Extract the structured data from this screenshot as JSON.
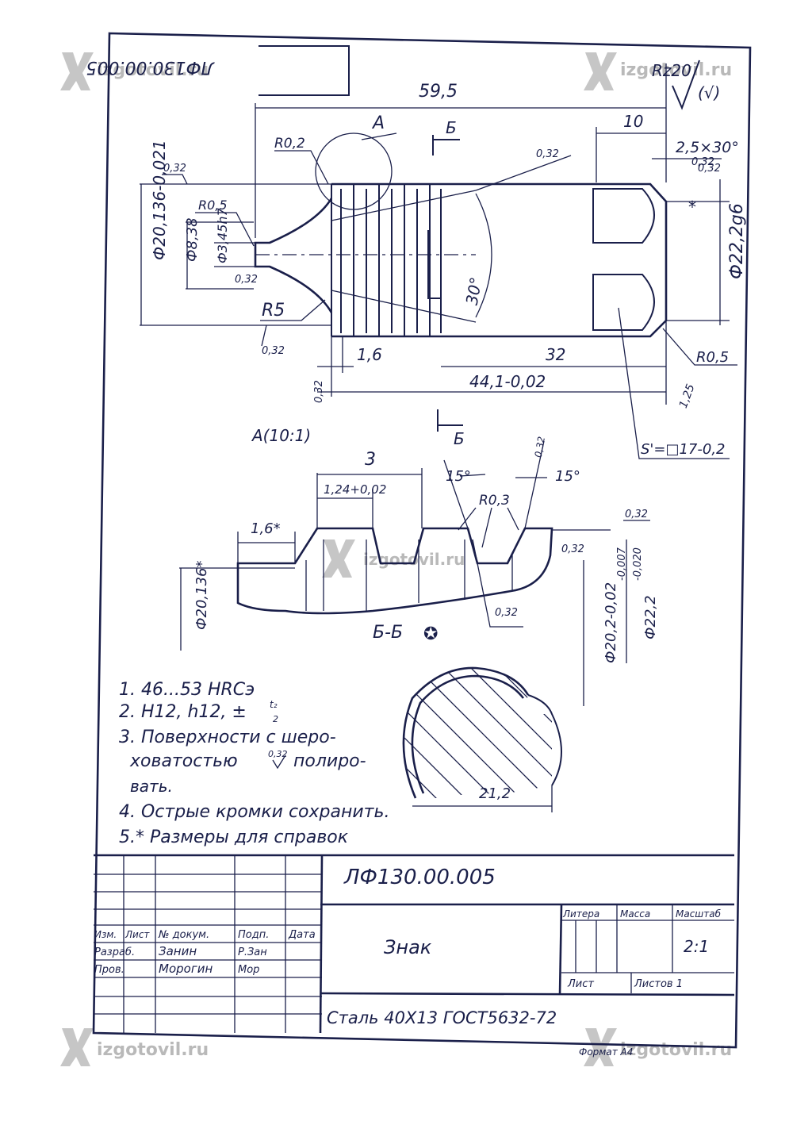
{
  "drawing": {
    "rotated_code": "ЛФ130.00.005",
    "roughness_general": "Rz20",
    "roughness_general_bracket": "(√)",
    "dims": {
      "overall_length": "59,5",
      "len_10": "10",
      "chamfer": "2,5×30°",
      "dia_left": "Ф20,136-0,021",
      "dia_838": "Ф8,38",
      "dia_345": "Ф3,45h7",
      "dia_right": "Ф22,2g6",
      "star_right": "*",
      "r02": "R0,2",
      "r05_left": "R0,5",
      "r5": "R5",
      "r05_right": "R0,5",
      "angle30": "30°",
      "len_16": "1,6",
      "len_32": "32",
      "len_441": "44,1-0,02",
      "tail_125": "1,25",
      "s_square": "S'=□17-0,2"
    },
    "roughness_marks": [
      "0,32",
      "0,32",
      "0,32",
      "0,32",
      "0,32",
      "0,32"
    ],
    "view_a_label": "А",
    "section_b_top": "Б",
    "section_b_bottom": "Б"
  },
  "detail_a": {
    "title": "А(10:1)",
    "pitch": "3",
    "tooth_width": "1,24+0,02",
    "angle_left": "15°",
    "angle_right": "15°",
    "radius": "R0,3",
    "len_16": "1,6*",
    "dia_left": "Ф20,136*",
    "dia_202": "Ф20,2-0,02",
    "dia_222": "Ф22,2",
    "dia_222_tol_upper": "-0,007",
    "dia_222_tol_lower": "-0,020",
    "rough_1": "0,32",
    "rough_2": "0,32",
    "rough_3": "0,32",
    "rough_4": "0,32"
  },
  "section_bb": {
    "title": "Б-Б",
    "rotate_mark": "✪",
    "width": "21,2"
  },
  "notes": [
    "1. 46...53 HRCэ",
    "2. H12, h12, ±",
    "3. Поверхности с шеро-",
    "ховатостью",
    "полиро-",
    "вать.",
    "4. Острые кромки сохранить.",
    "5.* Размеры для справок"
  ],
  "note2_fraction_top": "t₂",
  "note2_fraction_bottom": "2",
  "note3_rough": "0,32",
  "title_block": {
    "code": "ЛФ130.00.005",
    "name": "Знак",
    "material": "Сталь 40Х13 ГОСТ5632-72",
    "col_headers": [
      "Изм.",
      "Лист",
      "№ докум.",
      "Подп.",
      "Дата"
    ],
    "row_razrab": [
      "Разраб.",
      "Занин",
      "Р.Зан"
    ],
    "row_prov": [
      "Пров.",
      "Морогин",
      "Мор"
    ],
    "litera": "Литера",
    "massa": "Масса",
    "masshtab": "Масштаб",
    "scale": "2:1",
    "list": "Лист",
    "listov": "Листов 1",
    "format": "Формат А4"
  },
  "watermark": "izgotovil.ru"
}
